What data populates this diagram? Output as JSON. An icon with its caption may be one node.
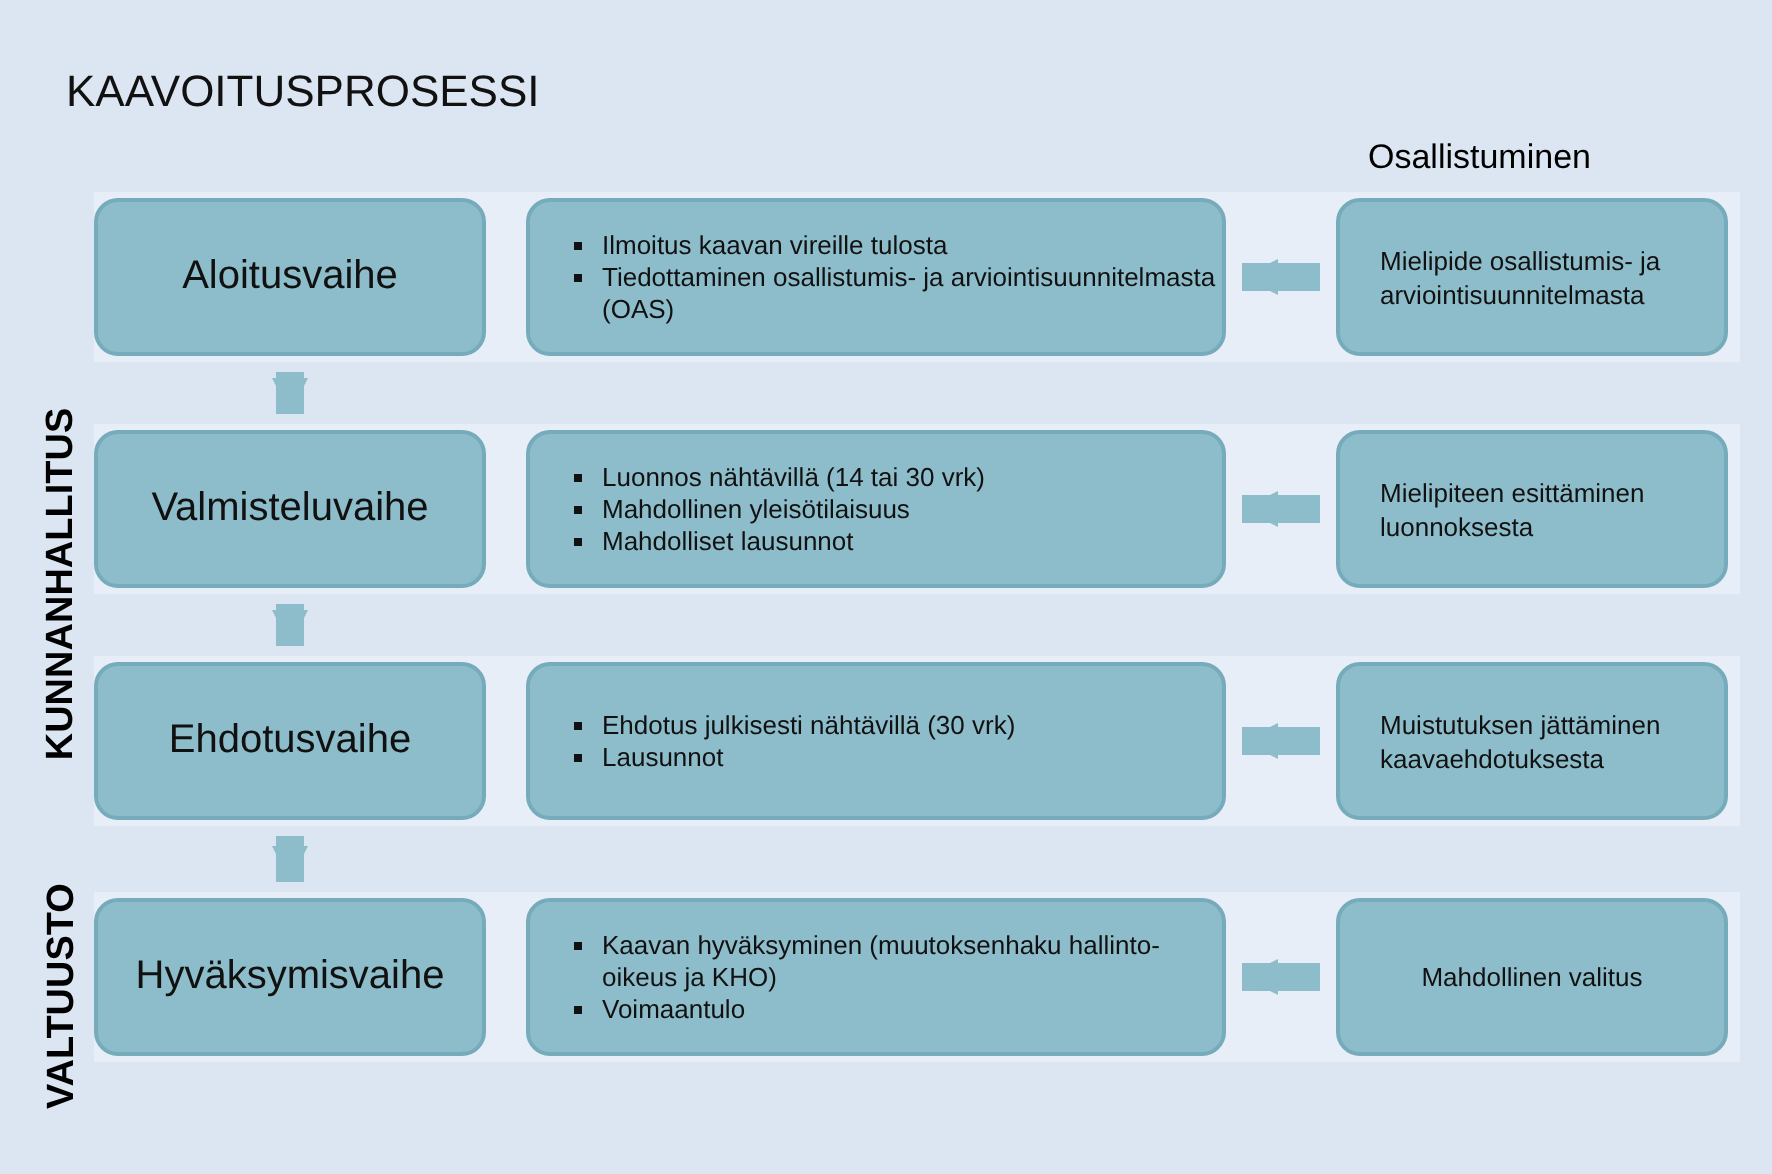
{
  "diagram": {
    "title": "KAAVOITUSPROSESSI",
    "nodes": [
      {
        "text": [
          "Aloitusvaihe"
        ]
      },
      {
        "text": [
          "Ilmoitus kaavan vireille tulosta",
          "Tiedottaminen osallistumis- ja arviointisuunnitelmasta (OAS)"
        ]
      },
      {
        "text": [
          "Mielipide osallistumis- ja arviointisuunnitelmasta"
        ]
      },
      {
        "text": [
          "Valmisteluvaihe"
        ]
      },
      {
        "text": [
          "Luonnos nähtävillä (14 tai 30 vrk)",
          "Mahdollinen yleisötilaisuus",
          "Mahdolliset lausunnot"
        ]
      },
      {
        "text": [
          "Mielipiteen esittäminen luonnoksesta"
        ]
      },
      {
        "text": [
          "Ehdotusvaihe"
        ]
      },
      {
        "text": [
          "Ehdotus julkisesti nähtävillä (30 vrk)",
          "Lausunnot"
        ]
      },
      {
        "text": [
          "Muistutuksen jättäminen kaavaehdotuksesta"
        ]
      },
      {
        "text": [
          "Hyväksymisvaihe"
        ]
      },
      {
        "text": [
          "Kaavan hyväksyminen (muutoksenhaku hallinto-oikeus ja KHO)",
          "Voimaantulo"
        ]
      },
      {
        "text": [
          "Mahdollinen valitus"
        ]
      }
    ],
    "edges": [
      {
        "from": 2,
        "to": 1,
        "arrow": "to"
      },
      {
        "from": 5,
        "to": 4,
        "arrow": "to"
      },
      {
        "from": 8,
        "to": 7,
        "arrow": "to"
      },
      {
        "from": 11,
        "to": 10,
        "arrow": "to"
      },
      {
        "from": 0,
        "to": 3,
        "arrow": "to"
      },
      {
        "from": 3,
        "to": 6,
        "arrow": "to"
      },
      {
        "from": 6,
        "to": 9,
        "arrow": "to"
      }
    ],
    "labels": [
      "Osallistuminen",
      "KUNNANHALLITUS",
      "VALTUUSTO"
    ]
  }
}
